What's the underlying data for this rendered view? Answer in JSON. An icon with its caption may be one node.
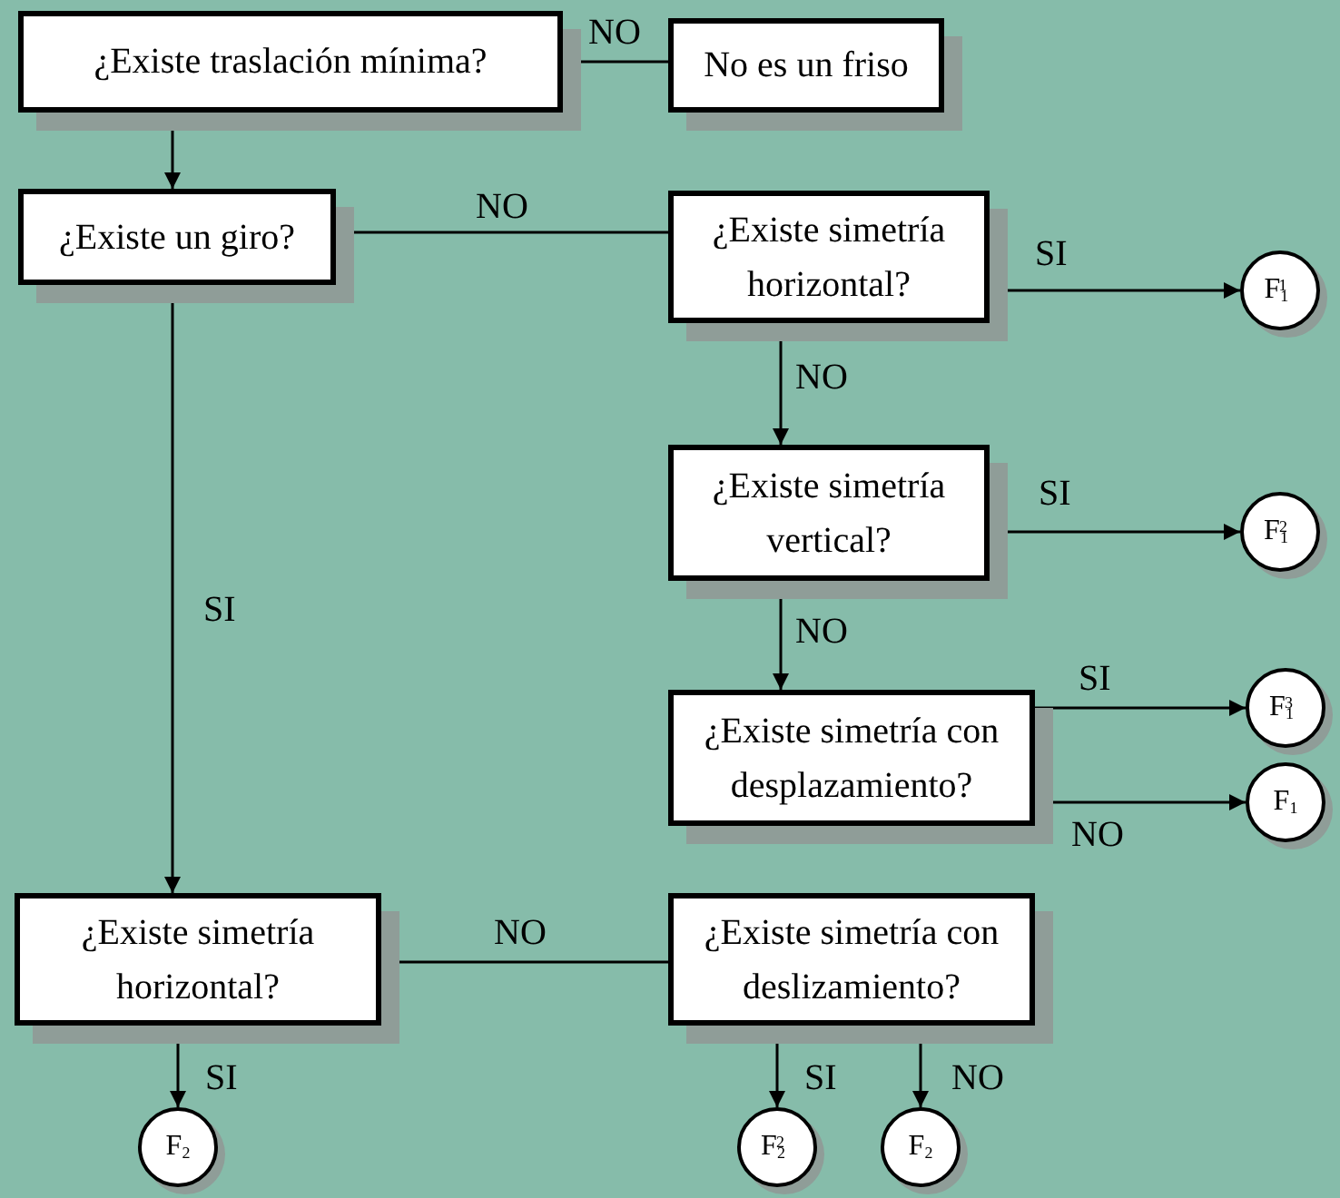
{
  "diagram": {
    "nodes": [
      {
        "text": [
          "¿Existe traslación mínima?"
        ]
      },
      {
        "text": [
          "No es un friso"
        ]
      },
      {
        "text": [
          "¿Existe un giro?"
        ]
      },
      {
        "text": [
          "¿Existe simetría horizontal?"
        ]
      },
      {
        "text": [
          "F$_{1}$$^{1}$"
        ]
      },
      {
        "text": [
          "¿Existe simetría vertical?"
        ]
      },
      {
        "text": [
          "F$_{1}$$^{2}$"
        ]
      },
      {
        "text": [
          "¿Existe simetría con desplazamiento?"
        ]
      },
      {
        "text": [
          "F$_{1}$$^{3}$"
        ]
      },
      {
        "text": [
          "F$_{1}$"
        ]
      },
      {
        "text": [
          "¿Existe simetría horizontal?"
        ]
      },
      {
        "text": [
          "¿Existe simetría con deslizamiento?"
        ]
      },
      {
        "text": [
          "F$_{2}$"
        ]
      },
      {
        "text": [
          "F$_{2}$$^{2}$"
        ]
      },
      {
        "text": [
          "F$_{2}$"
        ]
      }
    ],
    "edges": [
      {
        "from": 0,
        "to": 1,
        "arrow": "none",
        "label": "NO"
      },
      {
        "from": 0,
        "to": 2,
        "arrow": "to"
      },
      {
        "from": 2,
        "to": 3,
        "arrow": "none",
        "label": "NO"
      },
      {
        "from": 3,
        "to": 4,
        "arrow": "to",
        "label": "SI"
      },
      {
        "from": 3,
        "to": 5,
        "arrow": "to",
        "label": "NO"
      },
      {
        "from": 5,
        "to": 6,
        "arrow": "to",
        "label": "SI"
      },
      {
        "from": 5,
        "to": 7,
        "arrow": "to",
        "label": "NO"
      },
      {
        "from": 7,
        "to": 8,
        "arrow": "to",
        "label": "SI"
      },
      {
        "from": 7,
        "to": 9,
        "arrow": "to",
        "label": "NO"
      },
      {
        "from": 2,
        "to": 10,
        "arrow": "to",
        "label": "SI"
      },
      {
        "from": 10,
        "to": 11,
        "arrow": "none",
        "label": "NO"
      },
      {
        "from": 10,
        "to": 12,
        "arrow": "to",
        "label": "SI"
      },
      {
        "from": 11,
        "to": 13,
        "arrow": "to",
        "label": "SI"
      },
      {
        "from": 11,
        "to": 14,
        "arrow": "to",
        "label": "NO"
      }
    ]
  }
}
